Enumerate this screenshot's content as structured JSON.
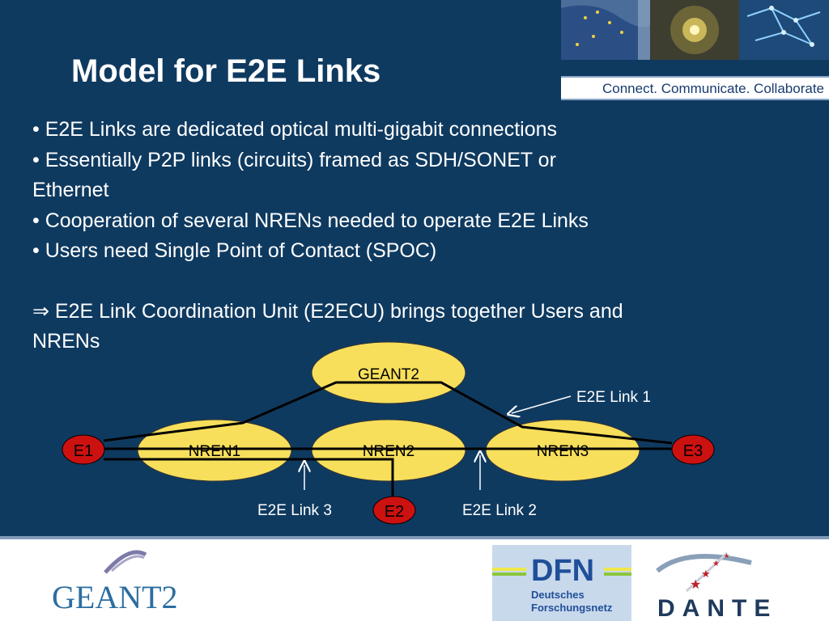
{
  "slide": {
    "title": "Model for E2E Links",
    "tagline": "Connect. Communicate. Collaborate",
    "bullets": [
      "• E2E Links are dedicated optical multi-gigabit connections",
      "• Essentially P2P links (circuits) framed as SDH/SONET or",
      "Ethernet",
      "• Cooperation of several NRENs needed to operate E2E Links",
      "• Users need Single Point of Contact (SPOC)"
    ],
    "conclusion": [
      "⇒ E2E Link Coordination Unit (E2ECU) brings together Users and",
      "NRENs"
    ]
  },
  "diagram": {
    "nodes": {
      "geant2": "GEANT2",
      "nren1": "NREN1",
      "nren2": "NREN2",
      "nren3": "NREN3",
      "e1": "E1",
      "e2": "E2",
      "e3": "E3"
    },
    "links": {
      "link1": "E2E Link 1",
      "link2": "E2E Link 2",
      "link3": "E2E Link 3"
    }
  },
  "footer": {
    "geant_logo": "GEANT2",
    "dfn_logo": [
      "DFN",
      "Deutsches",
      "Forschungsnetz"
    ],
    "dante_logo": "DANTE"
  },
  "colors": {
    "background": "#0f3a60",
    "nren_fill": "#f7df5c",
    "endpoint_fill": "#cc1111",
    "link_line": "#000000"
  }
}
